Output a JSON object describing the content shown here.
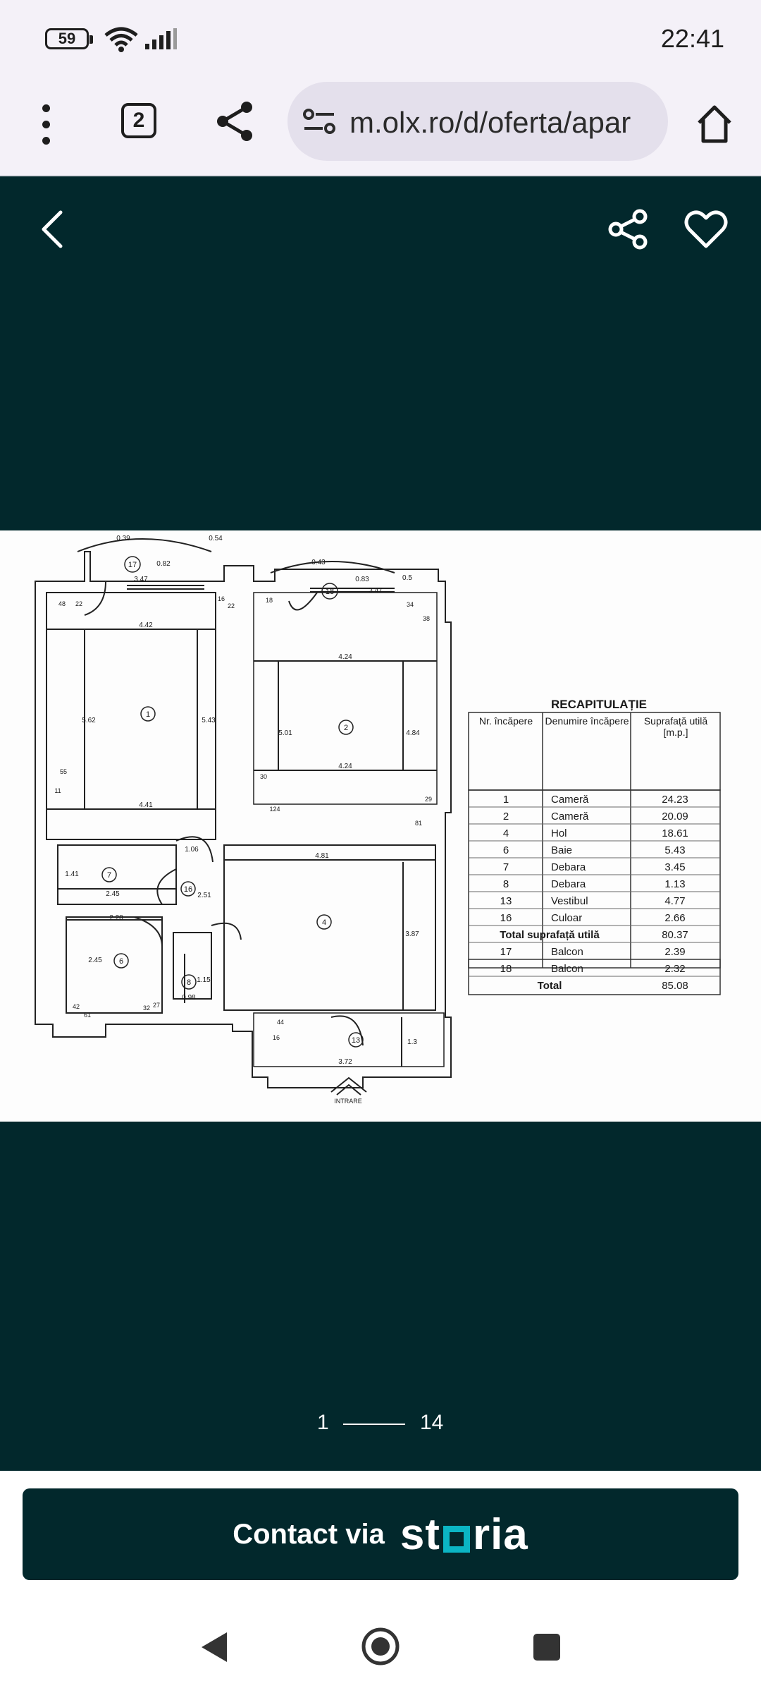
{
  "status_bar": {
    "battery": "59",
    "time": "22:41"
  },
  "browser": {
    "tab_count": "2",
    "url": "m.olx.ro/d/oferta/apar"
  },
  "gallery": {
    "current_page": "1",
    "total_pages": "14"
  },
  "floor_plan": {
    "recap_title": "RECAPITULAȚIE",
    "headers": [
      "Nr. încăpere",
      "Denumire încăpere",
      "Suprafață utilă [m.p.]"
    ],
    "rows": [
      {
        "nr": "1",
        "name": "Cameră",
        "area": "24.23"
      },
      {
        "nr": "2",
        "name": "Cameră",
        "area": "20.09"
      },
      {
        "nr": "4",
        "name": "Hol",
        "area": "18.61"
      },
      {
        "nr": "6",
        "name": "Baie",
        "area": "5.43"
      },
      {
        "nr": "7",
        "name": "Debara",
        "area": "3.45"
      },
      {
        "nr": "8",
        "name": "Debara",
        "area": "1.13"
      },
      {
        "nr": "13",
        "name": "Vestibul",
        "area": "4.77"
      },
      {
        "nr": "16",
        "name": "Culoar",
        "area": "2.66"
      }
    ],
    "subtotal_label": "Total suprafață utilă",
    "subtotal_value": "80.37",
    "balcony_rows": [
      {
        "nr": "17",
        "name": "Balcon",
        "area": "2.39"
      },
      {
        "nr": "18",
        "name": "Balcon",
        "area": "2.32"
      }
    ],
    "total_label": "Total",
    "total_value": "85.08",
    "entrance_label": "INTRARE",
    "room_numbers": [
      "1",
      "2",
      "4",
      "6",
      "7",
      "8",
      "13",
      "16",
      "17",
      "18"
    ],
    "dimensions": [
      "0.39",
      "0.54",
      "3.47",
      "0.82",
      "0.43",
      "0.83",
      "3.47",
      "0.5",
      "4.42",
      "4.24",
      "5.62",
      "5.43",
      "5.01",
      "4.84",
      "4.41",
      "4.24",
      "1.06",
      "4.81",
      "1.41",
      "2.45",
      "2.51",
      "2.28",
      "2.45",
      "1.15",
      "0.98",
      "3.87",
      "1.3",
      "3.72",
      "48",
      "22",
      "16",
      "22",
      "18",
      "34",
      "38",
      "55",
      "11",
      "30",
      "124",
      "29",
      "81",
      "42",
      "32",
      "27",
      "44",
      "16",
      "61"
    ]
  },
  "contact": {
    "label": "Contact via",
    "brand_s": "st",
    "brand_rest": "ria"
  }
}
